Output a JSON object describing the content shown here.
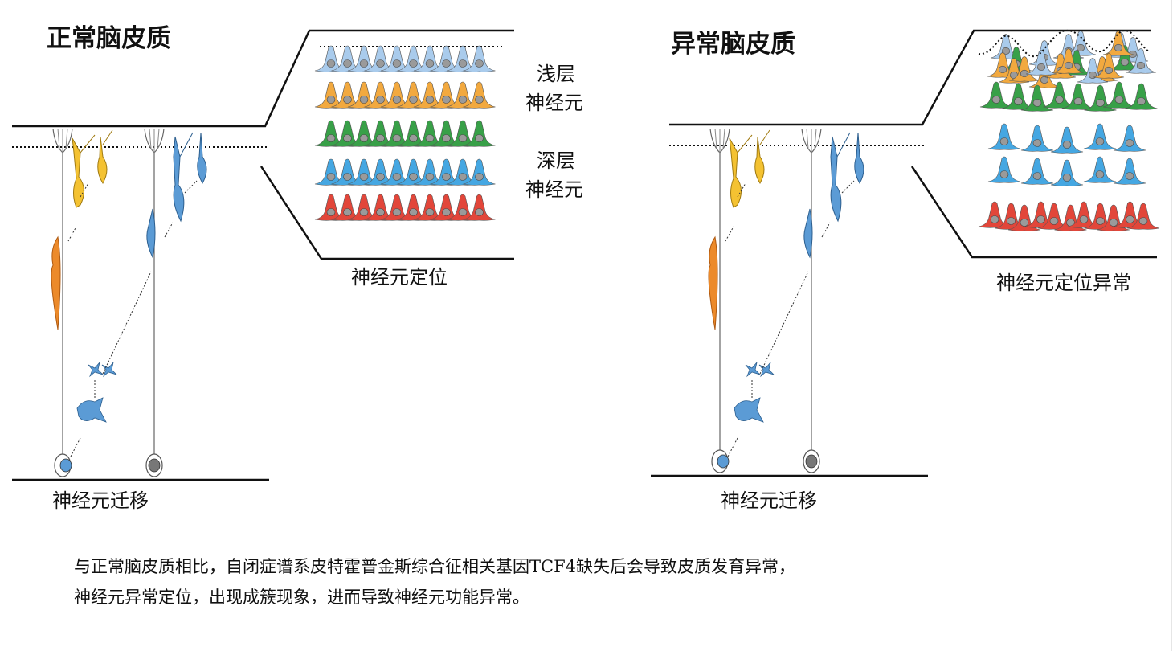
{
  "normal": {
    "title": "正常脑皮质",
    "superficial_label_1": "浅层",
    "superficial_label_2": "神经元",
    "deep_label_1": "深层",
    "deep_label_2": "神经元",
    "positioning_label": "神经元定位",
    "migration_label": "神经元迁移",
    "layers": [
      {
        "color": "#a9cbec",
        "count": 10
      },
      {
        "color": "#f2a93f",
        "count": 10
      },
      {
        "color": "#38a048",
        "count": 10
      },
      {
        "color": "#45a7e2",
        "count": 10
      },
      {
        "color": "#e2463a",
        "count": 10
      }
    ]
  },
  "abnormal": {
    "title": "异常脑皮质",
    "positioning_label": "神经元定位异常",
    "migration_label": "神经元迁移",
    "layers": [
      {
        "color": "#38a048",
        "count": 8
      },
      {
        "color": "#45a7e2",
        "count": 5
      },
      {
        "color": "#45a7e2",
        "count": 5
      },
      {
        "color": "#e2463a",
        "count": 11
      }
    ]
  },
  "caption": {
    "line1": "与正常脑皮质相比，自闭症谱系皮特霍普金斯综合征相关基因TCF4缺失后会导致皮质发育异常，",
    "line2": "神经元异常定位，出现成簇现象，进而导致神经元功能异常。"
  },
  "colors": {
    "yellow": "#f4c232",
    "orange": "#ec8a2a",
    "light_blue": "#a9cbec",
    "blue": "#5b9bd5"
  }
}
